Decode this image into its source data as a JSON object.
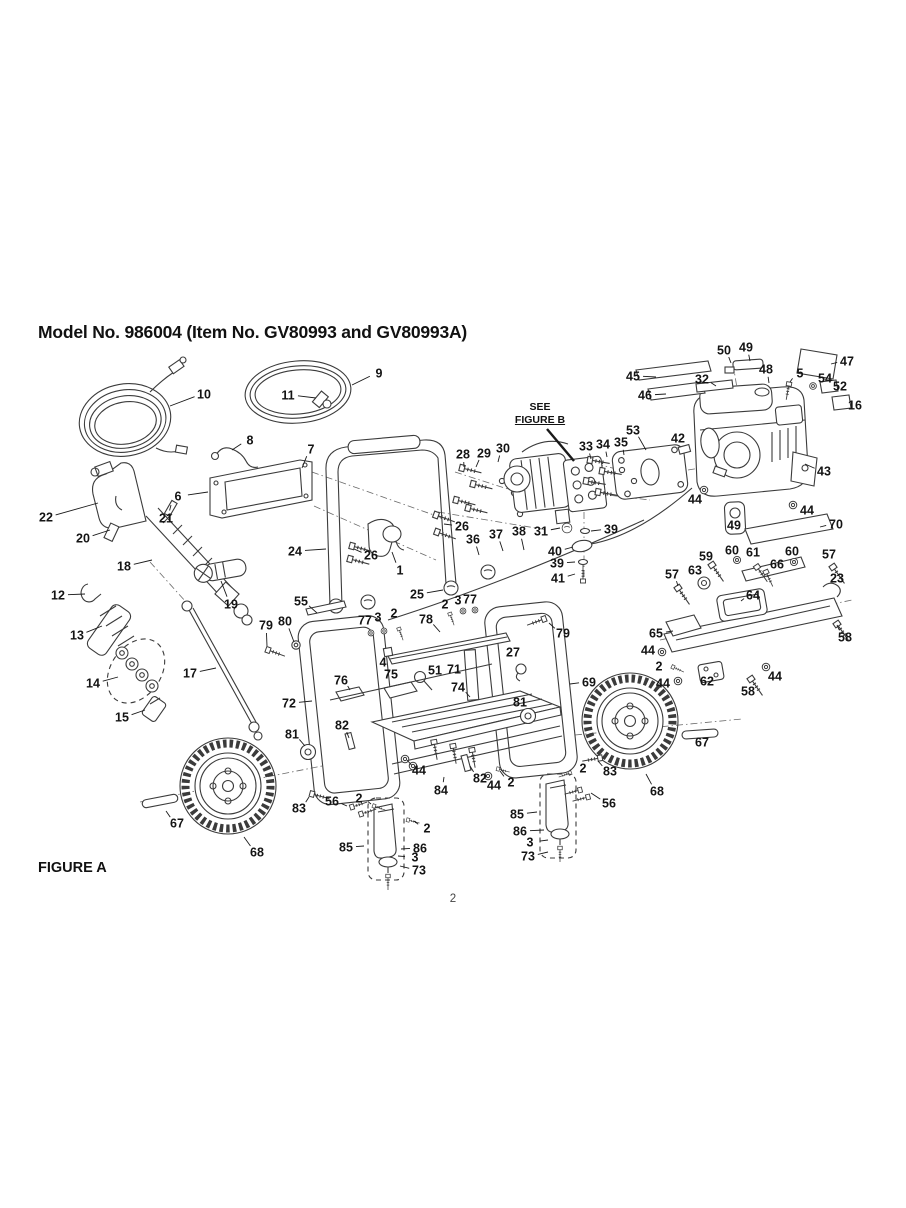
{
  "page": {
    "title": "Model No. 986004 (Item No. GV80993 and GV80993A)",
    "figure_label": "FIGURE A",
    "page_number": "2"
  },
  "diagram": {
    "ink": "#1a1a1a",
    "see_figure_note": {
      "line1": "SEE",
      "line2": "FIGURE B"
    },
    "callouts": [
      [
        "10",
        204,
        394,
        170,
        406
      ],
      [
        "9",
        379,
        373,
        352,
        385
      ],
      [
        "11",
        288,
        395,
        316,
        398
      ],
      [
        "8",
        250,
        440,
        232,
        450
      ],
      [
        "7",
        311,
        449,
        302,
        468
      ],
      [
        "6",
        178,
        496,
        208,
        492
      ],
      [
        "21",
        166,
        518,
        171,
        505
      ],
      [
        "22",
        46,
        517,
        98,
        503
      ],
      [
        "20",
        83,
        538,
        110,
        530
      ],
      [
        "18",
        124,
        566,
        152,
        560
      ],
      [
        "12",
        58,
        595,
        85,
        594
      ],
      [
        "19",
        231,
        604,
        221,
        581
      ],
      [
        "13",
        77,
        635,
        102,
        626
      ],
      [
        "14",
        93,
        683,
        118,
        677
      ],
      [
        "15",
        122,
        717,
        145,
        710
      ],
      [
        "17",
        190,
        673,
        216,
        668
      ],
      [
        "24",
        295,
        551,
        326,
        549
      ],
      [
        "26",
        371,
        555,
        354,
        549
      ],
      [
        "1",
        400,
        570,
        392,
        552
      ],
      [
        "25",
        417,
        594,
        443,
        590
      ],
      [
        "26",
        462,
        526,
        444,
        524
      ],
      [
        "28",
        463,
        454,
        464,
        467
      ],
      [
        "29",
        484,
        453,
        476,
        467
      ],
      [
        "30",
        503,
        448,
        498,
        462
      ],
      [
        "36",
        473,
        539,
        479,
        555
      ],
      [
        "37",
        496,
        534,
        503,
        551
      ],
      [
        "38",
        519,
        531,
        524,
        550
      ],
      [
        "31",
        541,
        531,
        560,
        528
      ],
      [
        "39",
        611,
        529,
        591,
        531
      ],
      [
        "40",
        555,
        551,
        573,
        547
      ],
      [
        "39",
        557,
        563,
        575,
        562
      ],
      [
        "41",
        558,
        578,
        575,
        574
      ],
      [
        "33",
        586,
        446,
        591,
        459
      ],
      [
        "34",
        603,
        444,
        607,
        457
      ],
      [
        "35",
        621,
        442,
        624,
        455
      ],
      [
        "53",
        633,
        430,
        646,
        450
      ],
      [
        "42",
        678,
        438,
        684,
        449
      ],
      [
        "45",
        633,
        376,
        656,
        377
      ],
      [
        "46",
        645,
        395,
        666,
        394
      ],
      [
        "32",
        702,
        379,
        716,
        386
      ],
      [
        "50",
        724,
        350,
        731,
        363
      ],
      [
        "49",
        746,
        347,
        750,
        361
      ],
      [
        "48",
        766,
        369,
        769,
        383
      ],
      [
        "5",
        800,
        373,
        790,
        382
      ],
      [
        "47",
        847,
        361,
        831,
        364
      ],
      [
        "54",
        825,
        378,
        814,
        384
      ],
      [
        "52",
        840,
        386,
        828,
        389
      ],
      [
        "16",
        855,
        405,
        843,
        404
      ],
      [
        "43",
        824,
        471,
        805,
        464
      ],
      [
        "44",
        695,
        499,
        704,
        490
      ],
      [
        "44",
        807,
        510,
        795,
        505
      ],
      [
        "49",
        734,
        525,
        742,
        516
      ],
      [
        "70",
        836,
        524,
        820,
        527
      ],
      [
        "59",
        706,
        556,
        713,
        565
      ],
      [
        "60",
        732,
        550,
        736,
        559
      ],
      [
        "61",
        753,
        552,
        758,
        564
      ],
      [
        "60",
        792,
        551,
        795,
        561
      ],
      [
        "66",
        777,
        564,
        785,
        572
      ],
      [
        "57",
        829,
        554,
        833,
        565
      ],
      [
        "23",
        837,
        578,
        831,
        588
      ],
      [
        "57",
        672,
        574,
        678,
        586
      ],
      [
        "63",
        695,
        570,
        702,
        580
      ],
      [
        "64",
        753,
        595,
        741,
        601
      ],
      [
        "65",
        656,
        633,
        673,
        631
      ],
      [
        "58",
        845,
        637,
        837,
        625
      ],
      [
        "44",
        648,
        650,
        660,
        652
      ],
      [
        "2",
        659,
        666,
        671,
        667
      ],
      [
        "62",
        707,
        681,
        710,
        672
      ],
      [
        "44",
        663,
        683,
        675,
        681
      ],
      [
        "58",
        748,
        691,
        750,
        681
      ],
      [
        "44",
        775,
        676,
        767,
        669
      ],
      [
        "55",
        301,
        601,
        317,
        613
      ],
      [
        "80",
        285,
        621,
        294,
        642
      ],
      [
        "79",
        266,
        625,
        267,
        646
      ],
      [
        "77",
        365,
        620,
        369,
        630
      ],
      [
        "3",
        378,
        617,
        382,
        628
      ],
      [
        "2",
        394,
        613,
        398,
        625
      ],
      [
        "78",
        426,
        619,
        440,
        632
      ],
      [
        "2",
        445,
        604,
        448,
        613
      ],
      [
        "3",
        458,
        600,
        461,
        609
      ],
      [
        "77",
        470,
        599,
        473,
        609
      ],
      [
        "79",
        563,
        633,
        549,
        623
      ],
      [
        "4",
        383,
        662,
        386,
        653
      ],
      [
        "51",
        435,
        670,
        426,
        676
      ],
      [
        "71",
        454,
        669,
        466,
        671
      ],
      [
        "27",
        513,
        652,
        518,
        663
      ],
      [
        "75",
        391,
        674,
        399,
        684
      ],
      [
        "76",
        341,
        680,
        350,
        690
      ],
      [
        "74",
        458,
        687,
        470,
        697
      ],
      [
        "72",
        289,
        703,
        312,
        701
      ],
      [
        "69",
        589,
        682,
        570,
        684
      ],
      [
        "81",
        520,
        702,
        526,
        712
      ],
      [
        "81",
        292,
        734,
        305,
        746
      ],
      [
        "82",
        342,
        725,
        349,
        738
      ],
      [
        "82",
        480,
        778,
        470,
        766
      ],
      [
        "44",
        419,
        770,
        407,
        760
      ],
      [
        "84",
        441,
        790,
        444,
        777
      ],
      [
        "2",
        511,
        782,
        500,
        771
      ],
      [
        "44",
        494,
        785,
        488,
        776
      ],
      [
        "2",
        583,
        768,
        571,
        772
      ],
      [
        "83",
        610,
        771,
        598,
        761
      ],
      [
        "56",
        609,
        803,
        591,
        793
      ],
      [
        "85",
        517,
        814,
        537,
        812
      ],
      [
        "86",
        520,
        831,
        544,
        830
      ],
      [
        "3",
        530,
        842,
        548,
        840
      ],
      [
        "73",
        528,
        856,
        548,
        852
      ],
      [
        "67",
        702,
        742,
        692,
        734
      ],
      [
        "68",
        657,
        791,
        646,
        774
      ],
      [
        "67",
        177,
        823,
        166,
        811
      ],
      [
        "68",
        257,
        852,
        244,
        837
      ],
      [
        "83",
        299,
        808,
        309,
        797
      ],
      [
        "56",
        332,
        801,
        347,
        806
      ],
      [
        "2",
        359,
        798,
        371,
        804
      ],
      [
        "2",
        427,
        828,
        414,
        821
      ],
      [
        "85",
        346,
        847,
        364,
        846
      ],
      [
        "86",
        420,
        848,
        401,
        849
      ],
      [
        "3",
        415,
        857,
        398,
        856
      ],
      [
        "73",
        419,
        870,
        400,
        866
      ]
    ]
  }
}
